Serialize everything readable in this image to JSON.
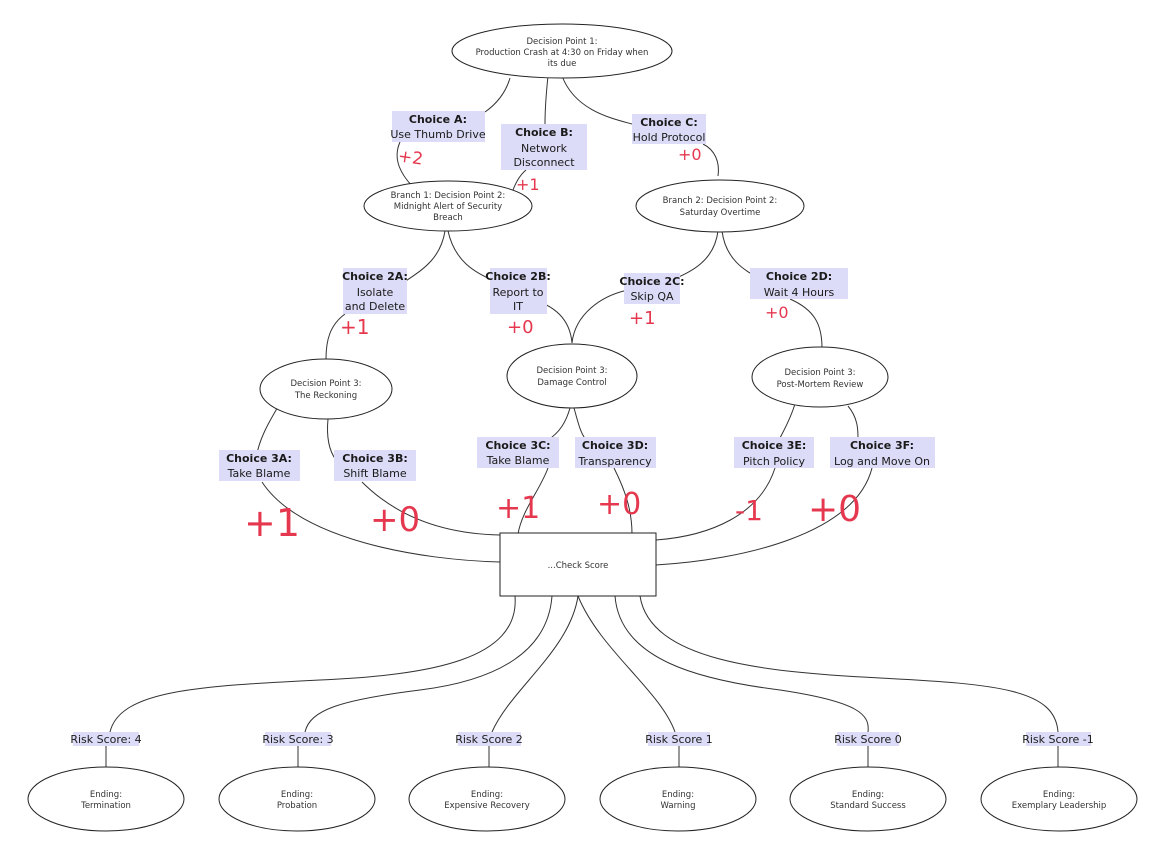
{
  "root": {
    "lines": [
      "Decision Point 1:",
      "Production Crash at 4:30 on Friday when",
      "its due"
    ]
  },
  "branch1": {
    "lines": [
      "Branch 1: Decision Point 2:",
      "Midnight Alert of Security",
      "Breach"
    ]
  },
  "branch2": {
    "lines": [
      "Branch 2: Decision Point 2:",
      "Saturday Overtime"
    ]
  },
  "dp3_left": {
    "lines": [
      "Decision Point 3:",
      "The Reckoning"
    ]
  },
  "dp3_mid": {
    "lines": [
      "Decision Point 3:",
      "Damage Control"
    ]
  },
  "dp3_right": {
    "lines": [
      "Decision Point 3:",
      "Post-Mortem Review"
    ]
  },
  "check": {
    "label": "...Check Score"
  },
  "choices": {
    "A": {
      "title": "Choice A:",
      "lines": [
        "Use Thumb Drive"
      ],
      "score": "+2"
    },
    "B": {
      "title": "Choice B:",
      "lines": [
        "Network",
        "Disconnect"
      ],
      "score": "+1"
    },
    "C": {
      "title": "Choice C:",
      "lines": [
        "Hold Protocol"
      ],
      "score": "+0"
    },
    "2A": {
      "title": "Choice 2A:",
      "lines": [
        "Isolate",
        "and Delete"
      ],
      "score": "+1"
    },
    "2B": {
      "title": "Choice 2B:",
      "lines": [
        "Report to",
        "IT"
      ],
      "score": "+0"
    },
    "2C": {
      "title": "Choice 2C:",
      "lines": [
        "Skip QA"
      ],
      "score": "+1"
    },
    "2D": {
      "title": "Choice 2D:",
      "lines": [
        "Wait 4 Hours"
      ],
      "score": "+0"
    },
    "3A": {
      "title": "Choice 3A:",
      "lines": [
        "Take Blame"
      ],
      "score": "+1"
    },
    "3B": {
      "title": "Choice 3B:",
      "lines": [
        "Shift Blame"
      ],
      "score": "+0"
    },
    "3C": {
      "title": "Choice 3C:",
      "lines": [
        "Take Blame"
      ],
      "score": "+1"
    },
    "3D": {
      "title": "Choice 3D:",
      "lines": [
        "Transparency"
      ],
      "score": "+0"
    },
    "3E": {
      "title": "Choice 3E:",
      "lines": [
        "Pitch Policy"
      ],
      "score": "-1"
    },
    "3F": {
      "title": "Choice 3F:",
      "lines": [
        "Log and Move On"
      ],
      "score": "+0"
    }
  },
  "risk_scores": [
    "Risk Score: 4",
    "Risk Score: 3",
    "Risk Score 2",
    "Risk Score 1",
    "Risk Score 0",
    "Risk Score -1"
  ],
  "endings": [
    {
      "lines": [
        "Ending:",
        "Termination"
      ]
    },
    {
      "lines": [
        "Ending:",
        "Probation"
      ]
    },
    {
      "lines": [
        "Ending:",
        "Expensive Recovery"
      ]
    },
    {
      "lines": [
        "Ending:",
        "Warning"
      ]
    },
    {
      "lines": [
        "Ending:",
        "Standard Success"
      ]
    },
    {
      "lines": [
        "Ending:",
        "Exemplary Leadership"
      ]
    }
  ],
  "colors": {
    "label_bg": "#dcdcf8",
    "annotation": "#e5384f",
    "line": "#333333"
  }
}
